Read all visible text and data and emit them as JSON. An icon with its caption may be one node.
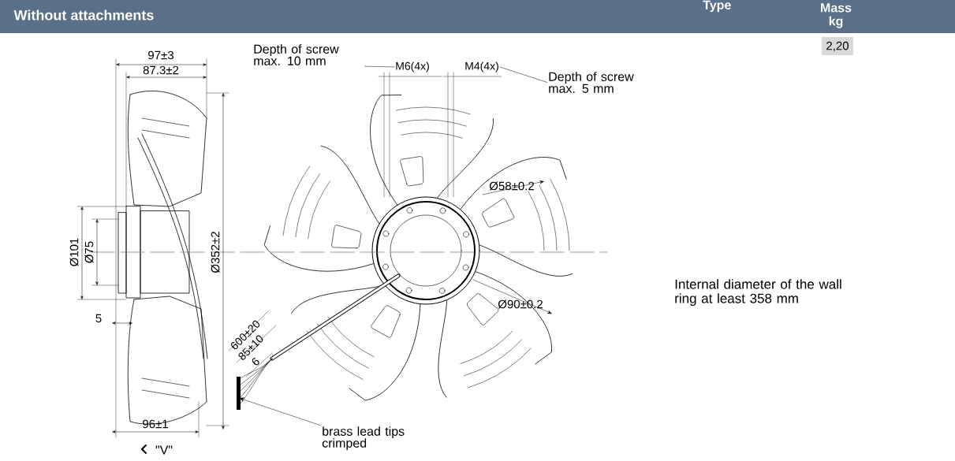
{
  "diagram": {
    "title": "Without attachments",
    "nodes": [
      {
        "text": [
          "Depth of screw max. 10 mm"
        ]
      },
      {
        "text": [
          "M6(4x)"
        ]
      },
      {
        "text": [
          "M4(4x)"
        ]
      },
      {
        "text": [
          "Depth of screw max. 5 mm"
        ]
      },
      {
        "text": [
          "brass lead tips crimped"
        ]
      }
    ],
    "edges": [
      {
        "from": 0,
        "to": 1,
        "arrow": "none"
      },
      {
        "from": 3,
        "to": 2,
        "arrow": "none"
      },
      {
        "from": 4,
        "to": null,
        "arrow": "to"
      }
    ],
    "labels": [
      "Type",
      "Mass kg",
      "2,20",
      "97±3",
      "87.3±2",
      "Ø101",
      "Ø75",
      "Ø352±2",
      "5",
      "96±1",
      "\"V\"",
      "Ø58±0.2",
      "Ø90±0.2",
      "600±20",
      "85±10",
      "6",
      "Internal diameter of the wall ring at least 358 mm"
    ]
  }
}
